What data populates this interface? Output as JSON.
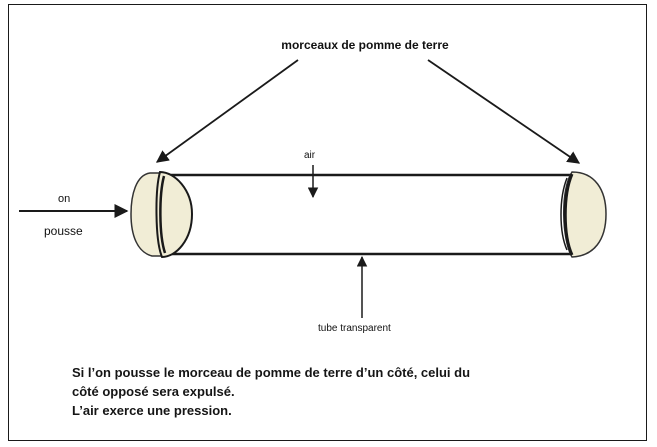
{
  "labels": {
    "top": "morceaux de pomme de terre",
    "air": "air",
    "on": "on",
    "pousse": "pousse",
    "tube": "tube transparent"
  },
  "caption": {
    "line1": "Si l’on pousse le morceau de pomme de terre d’un côté, celui du",
    "line2": "côté opposé sera expulsé.",
    "line3": "L’air exerce une pression."
  },
  "colors": {
    "stroke": "#1a1a1a",
    "potato_fill": "#f1edd6"
  }
}
